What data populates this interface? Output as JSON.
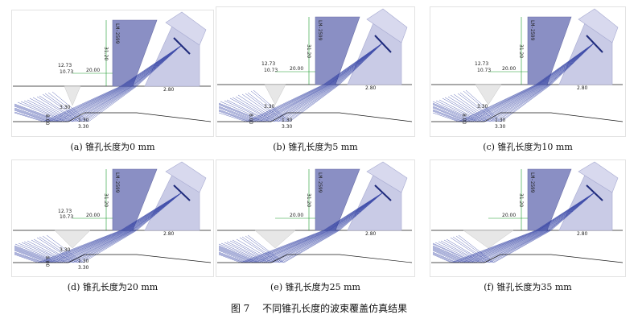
{
  "panels": [
    {
      "caption": "(a) 锥孔长度为0 mm",
      "hole_mm": 0,
      "chip": "LM-2599",
      "dims": {
        "vert": "31.20",
        "h": "20.00",
        "a": "12.73",
        "b": "10.73",
        "c": "3.30",
        "angle": "2.80",
        "left": "8.00",
        "small1": "1.30",
        "small2": "3.30"
      }
    },
    {
      "caption": "(b) 锥孔长度为5 mm",
      "hole_mm": 5,
      "chip": "LM-2599",
      "dims": {
        "vert": "31.20",
        "h": "20.00",
        "a": "12.73",
        "b": "10.73",
        "c": "3.30",
        "angle": "2.80",
        "left": "8.00",
        "small1": "1.30",
        "small2": "3.30"
      }
    },
    {
      "caption": "(c) 锥孔长度为10 mm",
      "hole_mm": 10,
      "chip": "LM-2599",
      "dims": {
        "vert": "31.20",
        "h": "20.00",
        "a": "12.73",
        "b": "10.73",
        "c": "3.30",
        "angle": "2.80",
        "left": "8.00",
        "small1": "1.30",
        "small2": "3.30"
      }
    },
    {
      "caption": "(d) 锥孔长度为20 mm",
      "hole_mm": 20,
      "chip": "LM-2599",
      "dims": {
        "vert": "31.20",
        "h": "20.00",
        "a": "12.73",
        "b": "10.73",
        "c": "3.30",
        "angle": "2.80",
        "left": "8.00",
        "small1": "1.30",
        "small2": "3.30"
      }
    },
    {
      "caption": "(e) 锥孔长度为25 mm",
      "hole_mm": 25,
      "chip": "LM-2599",
      "dims": {
        "vert": "31.20",
        "h": "20.00",
        "a": "",
        "b": "",
        "c": "",
        "angle": "2.80",
        "left": "",
        "small1": "",
        "small2": ""
      }
    },
    {
      "caption": "(f) 锥孔长度为35 mm",
      "hole_mm": 35,
      "chip": "LM-2599",
      "dims": {
        "vert": "31.20",
        "h": "20.00",
        "a": "",
        "b": "",
        "c": "",
        "angle": "2.80",
        "left": "",
        "small1": "",
        "small2": ""
      }
    }
  ],
  "figure_caption": {
    "label": "图 7",
    "text": "不同锥孔长度的波束覆盖仿真结果"
  },
  "colors": {
    "probe_dark": "#8a8fc4",
    "probe_light": "#c9cbe6",
    "beam": "#2a3aa0",
    "dim": "#1a9a2a",
    "border": "#1a1a1a"
  }
}
